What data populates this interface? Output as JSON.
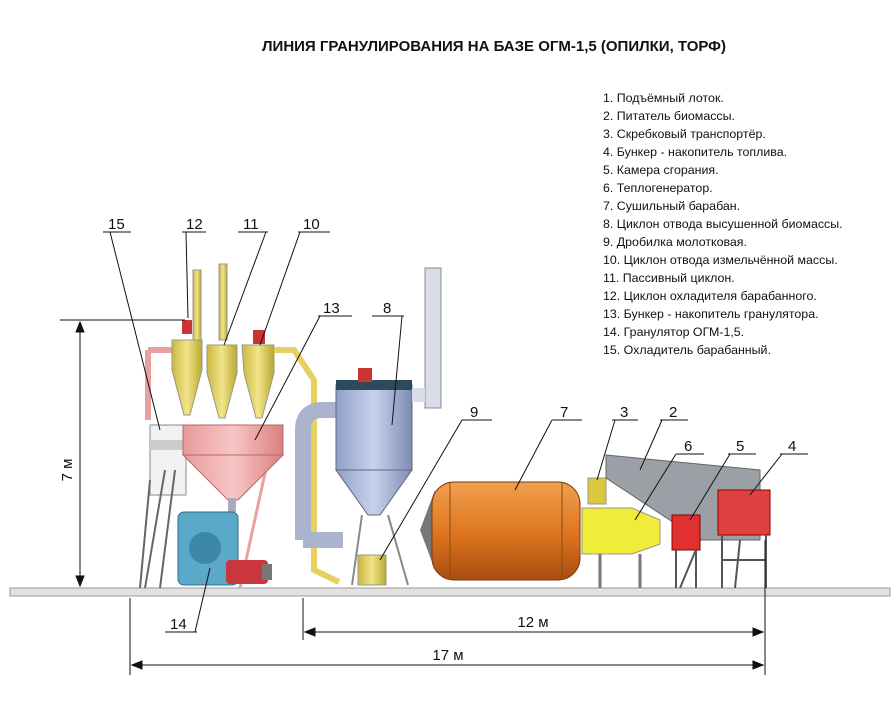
{
  "title": "ЛИНИЯ ГРАНУЛИРОВАНИЯ НА БАЗЕ ОГМ-1,5 (ОПИЛКИ, ТОРФ)",
  "legend": [
    "1. Подъёмный лоток.",
    "2. Питатель биомассы.",
    "3. Скребковый транспортёр.",
    "4. Бункер - накопитель топлива.",
    "5. Камера сгорания.",
    "6. Теплогенератор.",
    "7. Сушильный барабан.",
    "8. Циклон отвода высушенной биомассы.",
    "9. Дробилка молотковая.",
    "10. Циклон отвода измельчённой массы.",
    "11. Пассивный циклон.",
    "12. Циклон охладителя барабанного.",
    "13. Бункер - накопитель гранулятора.",
    "14. Гранулятор ОГМ-1,5.",
    "15. Охладитель барабанный."
  ],
  "callouts": {
    "n15": "15",
    "n12": "12",
    "n11": "11",
    "n10": "10",
    "n13": "13",
    "n8": "8",
    "n9": "9",
    "n7": "7",
    "n3": "3",
    "n2": "2",
    "n6": "6",
    "n5": "5",
    "n4": "4",
    "n14": "14"
  },
  "dimensions": {
    "height": "7 м",
    "length_12": "12 м",
    "length_17": "17 м"
  }
}
